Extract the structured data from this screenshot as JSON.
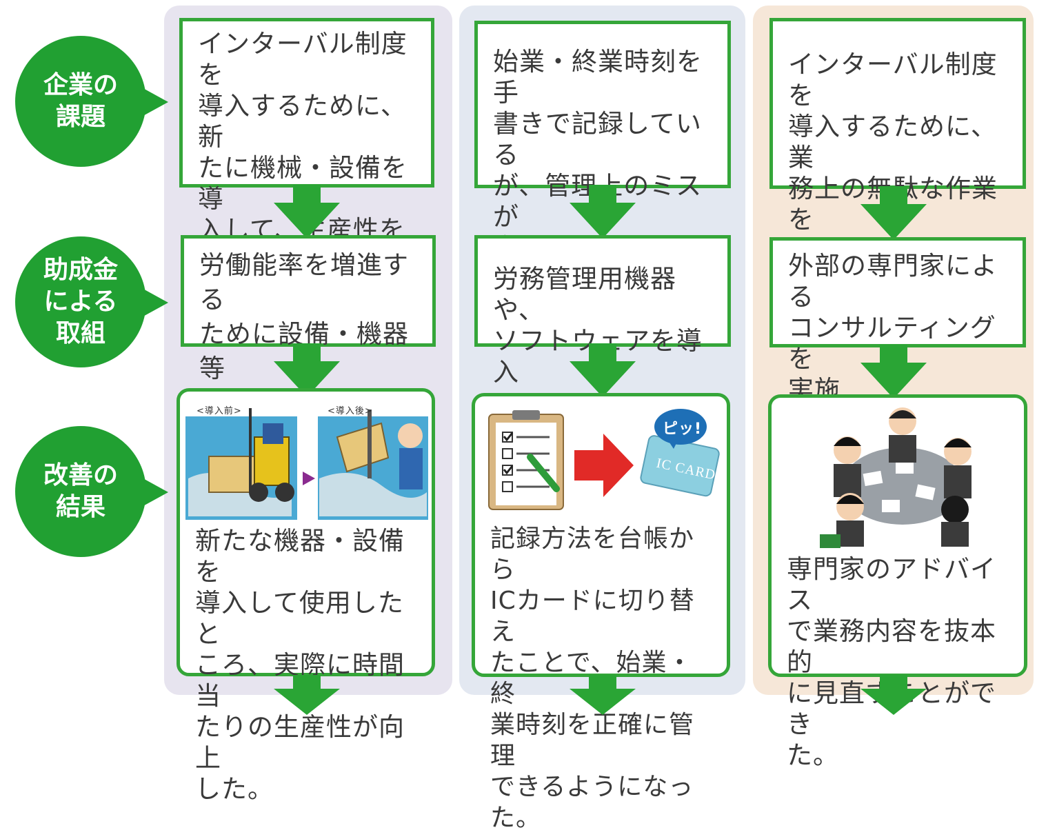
{
  "rows": [
    {
      "label": "企業の\n課題"
    },
    {
      "label": "助成金\nによる\n取組"
    },
    {
      "label": "改善の\n結果"
    }
  ],
  "columns": [
    {
      "issue": "インターバル制度を\n導入するために、新\nたに機械・設備を導\n入して、生産性を向\n上させたい！",
      "action": "労働能率を増進する\nために設備・機器等\nを導入",
      "result": "新たな機器・設備を\n導入して使用したと\nころ、実際に時間当\nたりの生産性が向上\nした。",
      "illus_before": "<導入前>",
      "illus_after": "<導入後>"
    },
    {
      "issue": "始業・終業時刻を手\n書きで記録している\nが、管理上のミスが\n多い！",
      "action": "労務管理用機器や、\nソフトウェアを導入",
      "result": "記録方法を台帳から\nICカードに切り替え\nたことで、始業・終\n業時刻を正確に管理\nできるようになった。",
      "ic_bubble": "ピッ!",
      "ic_card": "IC CARD"
    },
    {
      "issue": "インターバル制度を\n導入するために、業\n務上の無駄な作業を\n見直したい！",
      "action": "外部の専門家による\nコンサルティングを\n実施",
      "result": "専門家のアドバイス\nで業務内容を抜本的\nに見直すことができ\nた。"
    }
  ],
  "colors": {
    "green": "#35a639",
    "bubble_green": "#21a032",
    "arrow_green": "#2aa535",
    "red_arrow": "#e12a27"
  }
}
